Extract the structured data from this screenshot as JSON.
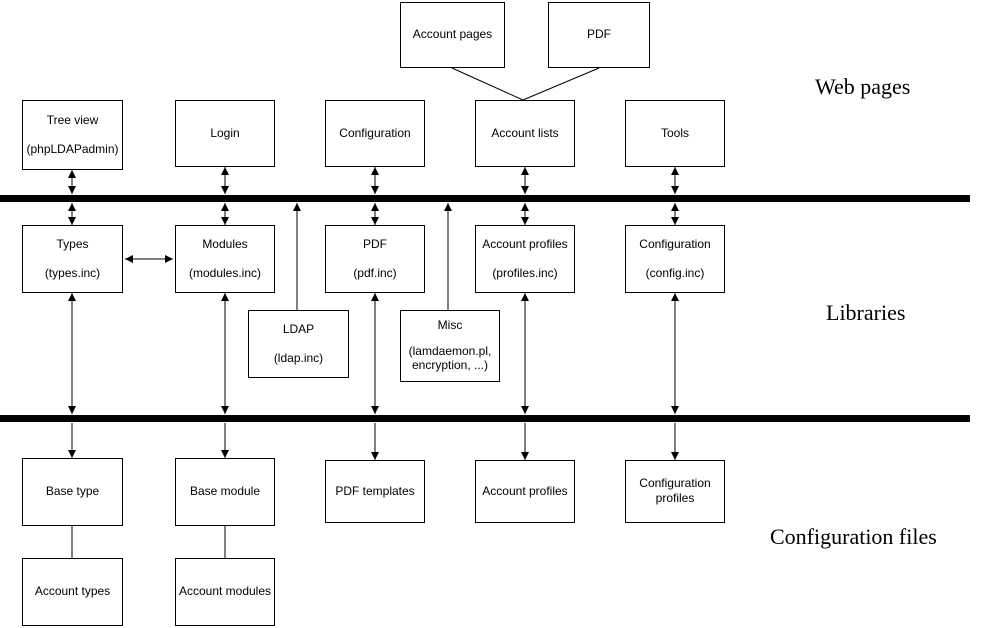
{
  "zones": {
    "web_pages": "Web pages",
    "libraries": "Libraries",
    "config_files": "Configuration files"
  },
  "boxes": {
    "account_pages": {
      "line1": "Account pages"
    },
    "pdf_page": {
      "line1": "PDF"
    },
    "tree_view": {
      "line1": "Tree view",
      "line2": "(phpLDAPadmin)"
    },
    "login": {
      "line1": "Login"
    },
    "configuration_page": {
      "line1": "Configuration"
    },
    "account_lists": {
      "line1": "Account lists"
    },
    "tools": {
      "line1": "Tools"
    },
    "types": {
      "line1": "Types",
      "line2": "(types.inc)"
    },
    "modules": {
      "line1": "Modules",
      "line2": "(modules.inc)"
    },
    "pdf_lib": {
      "line1": "PDF",
      "line2": "(pdf.inc)"
    },
    "account_profiles_lib": {
      "line1": "Account profiles",
      "line2": "(profiles.inc)"
    },
    "config_lib": {
      "line1": "Configuration",
      "line2": "(config.inc)"
    },
    "ldap": {
      "line1": "LDAP",
      "line2": "(ldap.inc)"
    },
    "misc": {
      "line1": "Misc",
      "line2": "(lamdaemon.pl,",
      "line3": "encryption, ...)"
    },
    "base_type": {
      "line1": "Base type"
    },
    "base_module": {
      "line1": "Base module"
    },
    "pdf_templates": {
      "line1": "PDF templates"
    },
    "account_profiles_file": {
      "line1": "Account profiles"
    },
    "config_profiles": {
      "line1": "Configuration",
      "line2": "profiles"
    },
    "account_types": {
      "line1": "Account types"
    },
    "account_modules": {
      "line1": "Account modules"
    }
  },
  "colors": {
    "line": "#000000",
    "background": "#ffffff"
  }
}
